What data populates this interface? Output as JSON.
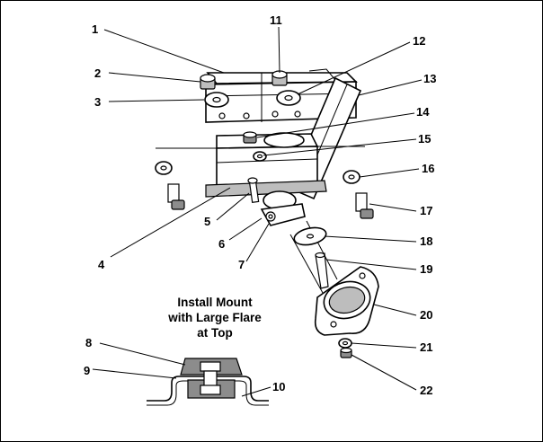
{
  "callouts": [
    {
      "id": "1"
    },
    {
      "id": "2"
    },
    {
      "id": "3"
    },
    {
      "id": "4"
    },
    {
      "id": "5"
    },
    {
      "id": "6"
    },
    {
      "id": "7"
    },
    {
      "id": "8"
    },
    {
      "id": "9"
    },
    {
      "id": "10"
    },
    {
      "id": "11"
    },
    {
      "id": "12"
    },
    {
      "id": "13"
    },
    {
      "id": "14"
    },
    {
      "id": "15"
    },
    {
      "id": "16"
    },
    {
      "id": "17"
    },
    {
      "id": "18"
    },
    {
      "id": "19"
    },
    {
      "id": "20"
    },
    {
      "id": "21"
    },
    {
      "id": "22"
    }
  ],
  "inset": {
    "caption_lines": [
      "Install Mount",
      "with Large Flare",
      "at Top"
    ]
  },
  "colors": {
    "line": "#000000",
    "dark_fill": "#8c8c8c",
    "mid_fill": "#bdbdbd",
    "background": "#ffffff"
  }
}
